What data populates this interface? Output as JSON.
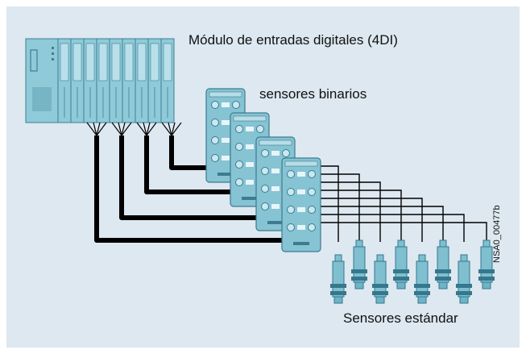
{
  "labels": {
    "module": "Módulo de entradas digitales (4DI)",
    "binary_sensors": "sensores binarios",
    "standard_sensors": "Sensores estándar",
    "figure_code": "NSA0_00477b"
  },
  "colors": {
    "background": "#dde8f0",
    "module_fill": "#8fcad8",
    "module_dark": "#4b8ea2",
    "module_stroke": "#3e7f93",
    "io_box_fill": "#86c3d3",
    "io_box_stroke": "#3d7c90",
    "thick_cable": "#000000",
    "thin_wire": "#000000",
    "sensor_fill": "#7fbfd0",
    "sensor_stroke": "#35778c"
  },
  "counts": {
    "module_slots": 9,
    "io_boxes": 4,
    "standard_sensors": 8
  }
}
